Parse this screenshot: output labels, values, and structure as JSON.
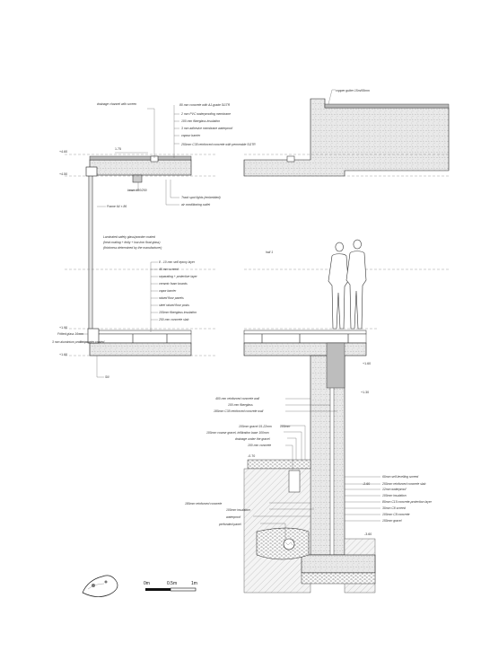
{
  "left_top_labels": [
    "drainage channel with screen",
    "80 mm concrete with AJ-grade SGTR",
    "2 mm PVC waterproofing membrane",
    "100 mm fiberglass insulation",
    "3 mm adhesive membrane waterproof",
    "vapour barrier",
    "250mm C35 reinforced concrete with permeable SGTR"
  ],
  "left_top_dims": [
    "1.75",
    "+4.60",
    "+4.50"
  ],
  "beam_label": "beam 450/250",
  "track_label": "Track spot lights (embedded)",
  "aircon_label": "air conditioning outlet",
  "frame_label": "Frame 64 × 86",
  "glass_note": "Laminated safety glass/powder coated (heat coating + tinity + low-iron float glass) (thickness determined by the manufacturer)",
  "floor_labels": [
    "8 - 10 mm self-epoxy layer",
    "45 mm screed",
    "separating + protective layer",
    "ceramic foam boards",
    "vapor barrier",
    "raised floor panels",
    "steel raised floor posts",
    "100mm fiberglass insulation",
    "250 mm concrete slab"
  ],
  "left_bottom_labels": [
    "+1.90",
    "Fritted glass 16mm",
    "3 mm aluminium profile/powder coated"
  ],
  "left_bottom_level": "+1.60",
  "left_sill": "Sill",
  "right_top_label": "copper gutter 15m/65mm",
  "hall_label": "hall 1",
  "right_mid_levels": [
    "+1.60",
    "+1.30"
  ],
  "wall_labels": [
    "400 mm reinforced concrete wall",
    "100 mm fiberglass",
    "180mm C35 reinforced concrete wall"
  ],
  "gravel_labels": [
    "100mm gravel 15-22mm",
    "100mm",
    "100mm coarse gravel, infiltration base 100mm",
    "drainage under the gravel",
    "100 mm concrete"
  ],
  "ground_level": "-0.70",
  "foundation_left_labels": [
    "180mm reinforced concrete",
    "100mm insulation",
    "waterproof",
    "perforated panel"
  ],
  "foundation_right_labels": [
    "60mm self-levelling screed",
    "250mm reinforced concrete slab",
    "12mm waterproof",
    "100mm insulation",
    "80mm C15 concrete-protection layer",
    "30mm C8 screed",
    "100mm C8 concrete",
    "150mm gravel"
  ],
  "foundation_levels": [
    "-2.60",
    "-3.60"
  ],
  "scale_bar": {
    "labels": [
      "0m",
      "0.5m",
      "1m"
    ]
  }
}
